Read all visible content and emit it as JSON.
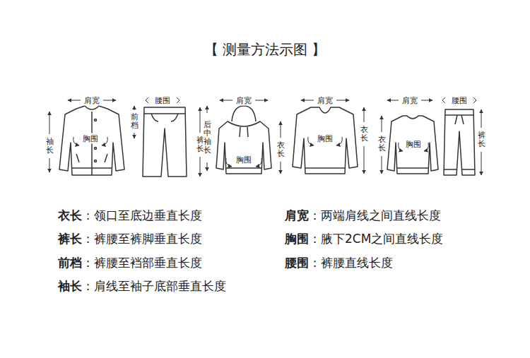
{
  "diagram": {
    "title": "【 测量方法示图 】",
    "labels": [
      "肩宽",
      "胸围",
      "袖长",
      "腰围",
      "前档",
      "裤长",
      "肩宽",
      "后中袖长",
      "胸围",
      "衣长",
      "肩宽",
      "胸围",
      "衣长",
      "肩宽",
      "衣长",
      "胸围",
      "腰围",
      "裤长",
      "衣长",
      "：领口至底边垂直长度",
      "肩宽",
      "：两端肩线之间直线长度",
      "裤长",
      "：裤腰至裤脚垂直长度",
      "胸围",
      "：腋下2CM之间直线长度",
      "前档",
      "：裤腰至裆部垂直长度",
      "腰围",
      "：裤腰直线长度",
      "袖长",
      "：肩线至袖子底部垂直长度"
    ]
  }
}
